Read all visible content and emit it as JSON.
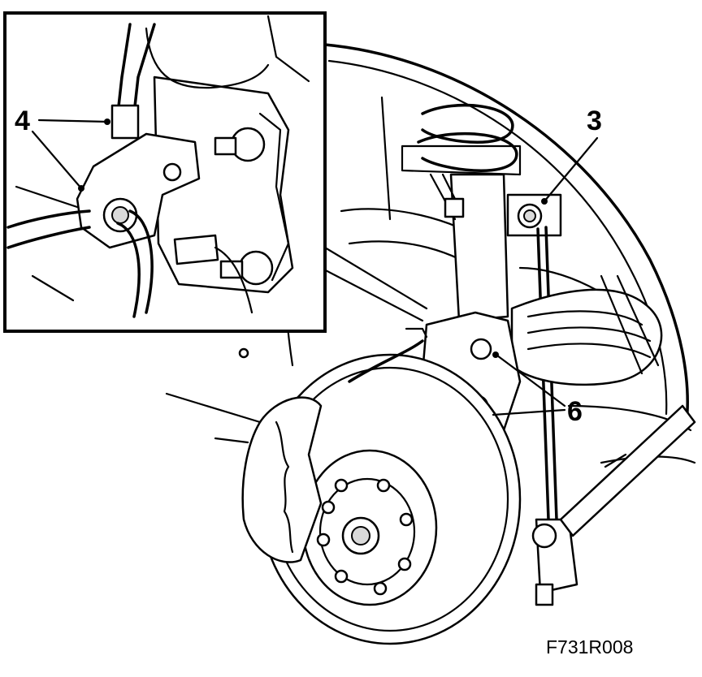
{
  "figure": {
    "callouts": {
      "c3": "3",
      "c4": "4",
      "c6": "6"
    },
    "figure_code": "F731R008"
  }
}
